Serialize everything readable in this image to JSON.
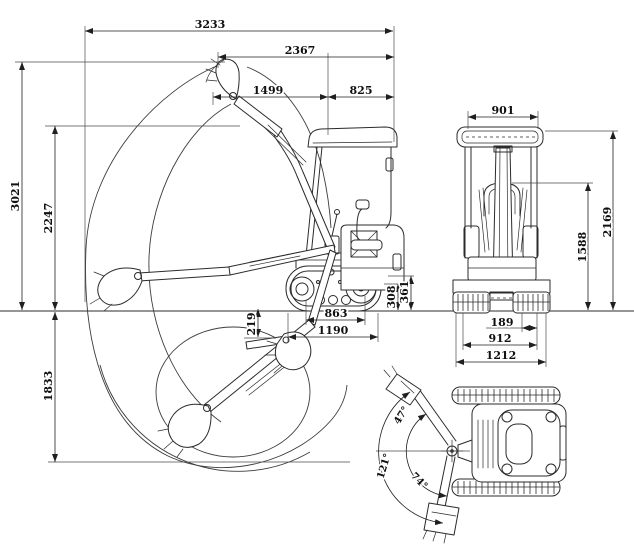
{
  "colors": {
    "line": "#2b2b2b",
    "dimension": "#1f1f1f",
    "background": "#ffffff",
    "text": "#101010"
  },
  "views": {
    "side": {
      "dims": {
        "overall_reach": "3233",
        "overall_length": "2367",
        "boom_reach": "1499",
        "tail_length": "825",
        "max_dig_height": "3021",
        "max_dump_height": "2247",
        "max_dig_depth": "1833",
        "blade_drop": "219",
        "wheelbase": "863",
        "track_length": "1190",
        "clearance_small": "308",
        "clearance_large": "361"
      }
    },
    "front": {
      "dims": {
        "cab_width": "901",
        "overall_height": "2169",
        "mid_height": "1588",
        "shoe_offset": "189",
        "track_gauge": "912",
        "overall_width": "1212"
      }
    },
    "top": {
      "angles": {
        "swing_up": "47°",
        "swing_total": "121°",
        "swing_down": "74°"
      }
    }
  }
}
